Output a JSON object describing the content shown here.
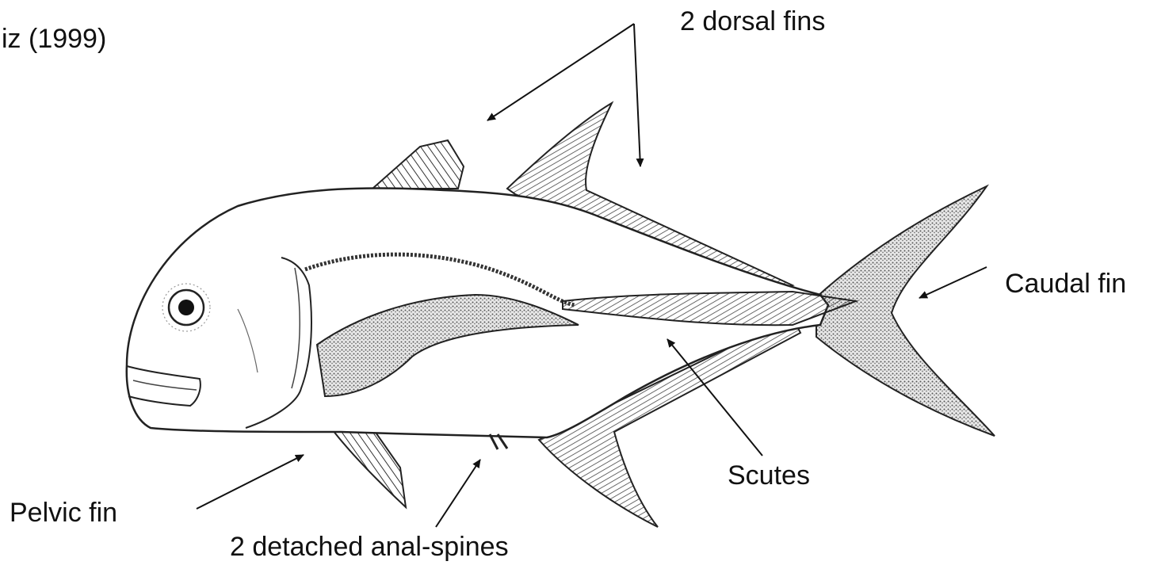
{
  "citation": "iz (1999)",
  "labels": {
    "dorsal_fins": "2 dorsal fins",
    "caudal_fin": "Caudal fin",
    "scutes": "Scutes",
    "pelvic_fin": "Pelvic fin",
    "anal_spines": "2 detached anal-spines"
  },
  "colors": {
    "ink": "#111111",
    "background": "#ffffff"
  }
}
